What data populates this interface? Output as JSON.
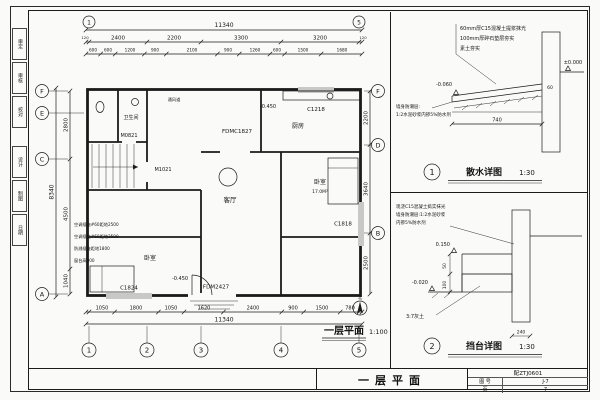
{
  "colors": {
    "ink": "#1b1b1b",
    "paper": "#fafaf8"
  },
  "left_strip": {
    "cells": [
      "审定",
      "审核",
      "校对",
      "设计",
      "制图",
      "日期"
    ]
  },
  "titlebar": {
    "title": "一层平面",
    "code": "配ZTJ0601",
    "no_label": "图 号",
    "no": "J-7",
    "page_label": "页",
    "page": "7"
  },
  "plan": {
    "caption": "一层平面",
    "scale": "1:100",
    "north": "北",
    "axes": {
      "bottom": [
        "1",
        "2",
        "3",
        "4",
        "5"
      ],
      "top": [
        "1",
        "5"
      ],
      "left": [
        "F",
        "E",
        "C",
        "A"
      ],
      "right": [
        "F",
        "D",
        "B"
      ]
    },
    "dims": {
      "top_total": "11340",
      "top_edge": [
        "120",
        "120"
      ],
      "top": [
        "2400",
        "2200",
        "3300",
        "3200"
      ],
      "sub": [
        "600",
        "600",
        "1200",
        "900",
        "2100",
        "900",
        "1260",
        "600",
        "1500",
        "1680"
      ],
      "bottom": [
        "1050",
        "1800",
        "1050",
        "1620",
        "2400",
        "900",
        "1500",
        "780"
      ],
      "bottom_total": "11340",
      "left": [
        "2800",
        "4500",
        "1040"
      ],
      "left_total": "8340",
      "right": [
        "2200",
        "3640",
        "2500"
      ]
    },
    "rooms": {
      "bath": "卫生间",
      "kitchen": "厨房",
      "living": "客厅",
      "bed1": "卧室",
      "bed1_area": "17.0M²",
      "bed2": "卧室"
    },
    "openings": {
      "c1824": "C1824",
      "fdm2427": "FDM2427",
      "c1818": "C1818",
      "c1218": "C1218",
      "fdmc1827": "FDMC1827",
      "m1021": "M1021",
      "m0821": "M0821"
    },
    "levels": {
      "l1": "-0.450",
      "l2": "-0.450"
    },
    "notes": {
      "n1": "空调插座#60距地2500",
      "n2": "空调插座#60距地2500",
      "n3": "防溅插座距地1800",
      "n4": "窗台高900",
      "n5": "通风道"
    }
  },
  "detail1": {
    "num": "1",
    "title": "散水详图",
    "scale": "1:30",
    "notes": [
      "60mm厚C15混凝土提浆抹光",
      "100mm厚碎石垫层夯实",
      "素土夯实"
    ],
    "wall_note1": "墙身防潮层:",
    "wall_note2": "1:2水泥砂浆内掺5%防水剂",
    "level_top": "-0.060",
    "level_wall": "±0.000",
    "dim_w": "740",
    "dim_t": "60"
  },
  "detail2": {
    "num": "2",
    "title": "挡台详图",
    "scale": "1:30",
    "notes": [
      "现浇C15混凝土捣实抹光",
      "墙身防潮层:1:2水泥砂浆",
      "内掺5%防水剂"
    ],
    "soil": "3:7灰土",
    "level_top": "0.150",
    "level_ground": "-0.020",
    "dim_a": "50",
    "dim_b": "100",
    "dim_c": "240"
  }
}
